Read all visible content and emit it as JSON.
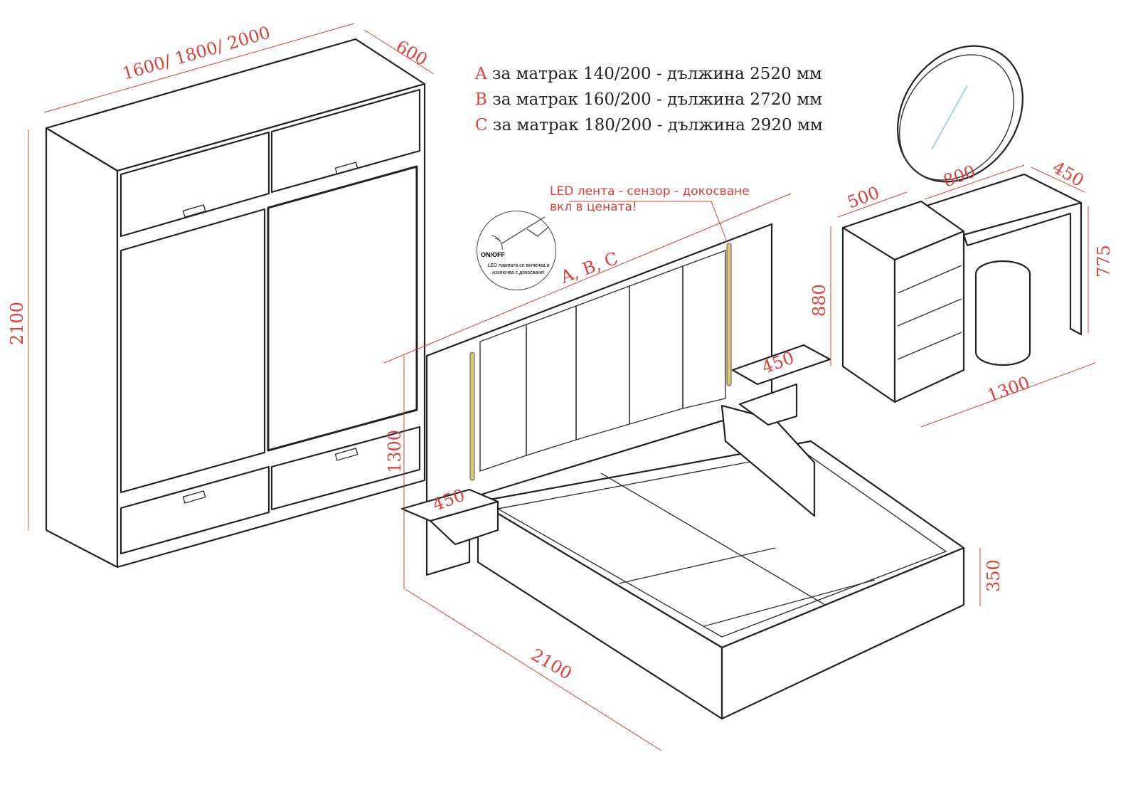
{
  "legend": [
    {
      "key": "A",
      "text": "за матрак 140/200 - дължина 2520 мм"
    },
    {
      "key": "B",
      "text": "за матрак 160/200 - дължина 2720 мм"
    },
    {
      "key": "C",
      "text": "за матрак 180/200 - дължина 2920 мм"
    }
  ],
  "led_note": {
    "line1": "LED лента - сензор - докосване",
    "line2": "вкл в цената!"
  },
  "badge": {
    "onoff": "ON/OFF",
    "caption": "LED лампата се включва и изключва с докосване!"
  },
  "dimensions": {
    "wardrobe_width": "1600/ 1800/ 2000",
    "wardrobe_depth": "600",
    "wardrobe_height": "2100",
    "headboard_height": "1300",
    "bed_width": "A, B, C",
    "nightstand_left": "450",
    "nightstand_right": "450",
    "bed_length": "2100",
    "bed_height": "350",
    "chest_depth": "500",
    "desk_width": "800",
    "desk_depth": "450",
    "chest_height": "880",
    "desk_height": "775",
    "set_width": "1300"
  },
  "colors": {
    "dimension": "#d9413a",
    "led": "#d8c878",
    "mirror": "#9fd4e0"
  }
}
